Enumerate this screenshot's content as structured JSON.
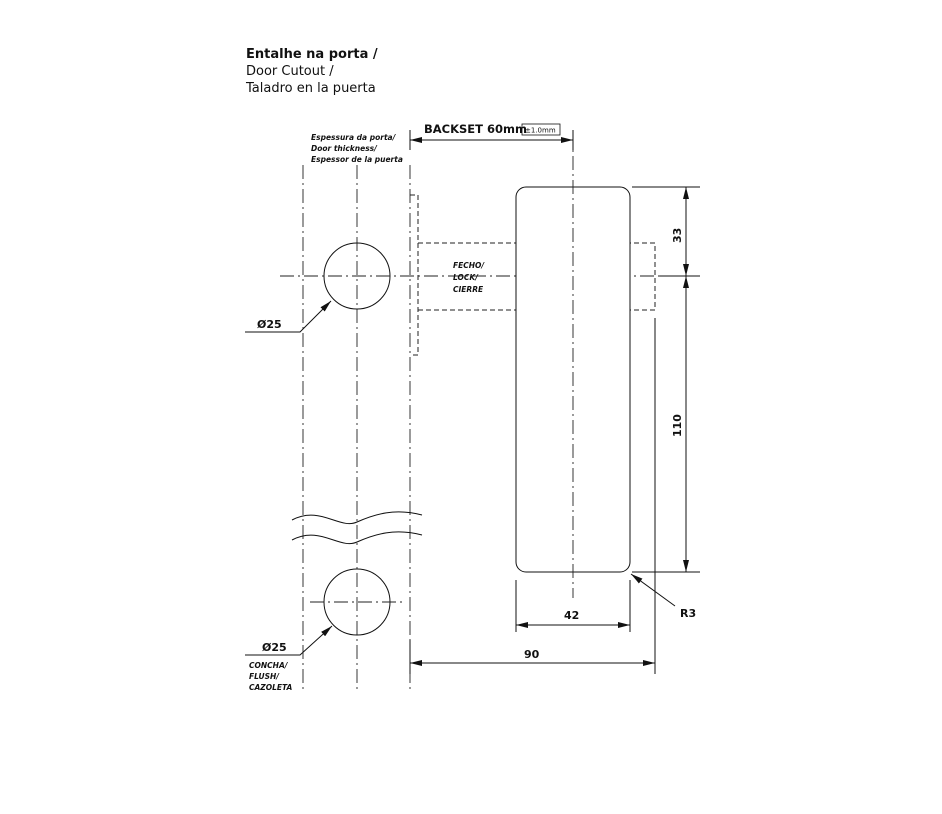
{
  "title": {
    "line1": "Entalhe na porta /",
    "line2": "Door Cutout /",
    "line3": "Taladro en la puerta"
  },
  "door_thickness": {
    "line1": "Espessura da porta/",
    "line2": "Door thickness/",
    "line3": "Espessor de la puerta"
  },
  "backset": {
    "label": "BACKSET 60mm",
    "tolerance": "±1.0mm"
  },
  "lock": {
    "line1": "FECHO/",
    "line2": "LOCK/",
    "line3": "CIERRE"
  },
  "hole_top": {
    "label": "Ø25"
  },
  "hole_bottom": {
    "label": "Ø25",
    "line1": "CONCHA/",
    "line2": "FLUSH/",
    "line3": "CAZOLETA"
  },
  "dimensions": {
    "d33": "33",
    "d110": "110",
    "d42": "42",
    "d90": "90",
    "radius": "R3"
  }
}
